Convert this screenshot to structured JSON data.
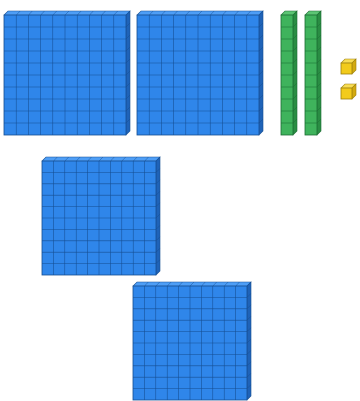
{
  "base_ten_blocks": {
    "hundreds": {
      "count": 4,
      "color": "#2f86ea",
      "side_color": "#1f63b8",
      "top_color": "#4e9ef6",
      "grid_color": "#144d91"
    },
    "tens": {
      "count": 2,
      "color": "#3fb35c",
      "side_color": "#2a8d43",
      "top_color": "#5cc574",
      "grid_color": "#1b6c32"
    },
    "ones": {
      "count": 2,
      "color": "#f2cb1b",
      "side_color": "#d3aa10",
      "top_color": "#f8dd54",
      "grid_color": "#9b7f0a"
    }
  }
}
